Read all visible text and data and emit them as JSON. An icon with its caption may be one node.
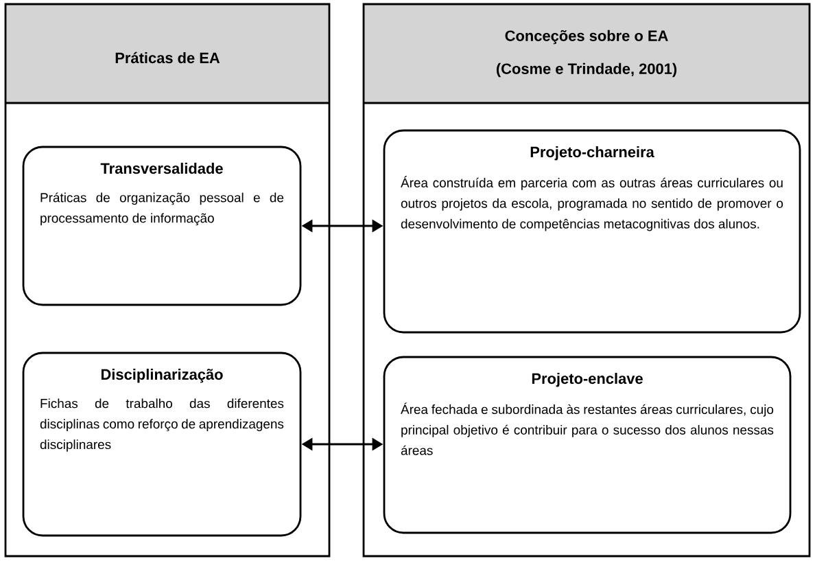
{
  "diagram": {
    "nodes": [
      {
        "text": [
          "Práticas de EA"
        ]
      },
      {
        "text": [
          "Transversalidade",
          "Práticas de organização pessoal e de processamento de informação"
        ],
        "in": 0
      },
      {
        "text": [
          "Disciplinarização",
          "Fichas de trabalho das diferentes disciplinas como reforço de aprendizagens disciplinares"
        ],
        "in": 0
      },
      {
        "text": [
          "Conceções sobre o EA",
          "(Cosme e Trindade, 2001)"
        ]
      },
      {
        "text": [
          "Projeto-charneira",
          "Área construída em parceria com as outras áreas curriculares ou outros projetos da escola, programada no sentido de promover o desenvolvimento de competências metacognitivas dos alunos."
        ],
        "in": 3
      },
      {
        "text": [
          "Projeto-enclave",
          "Área fechada e subordinada às restantes áreas curriculares, cujo principal objetivo é contribuir para o sucesso dos alunos nessas áreas"
        ],
        "in": 3
      }
    ],
    "edges": [
      {
        "from": 1,
        "to": 4,
        "arrow": "both"
      },
      {
        "from": 2,
        "to": 5,
        "arrow": "both"
      }
    ]
  }
}
